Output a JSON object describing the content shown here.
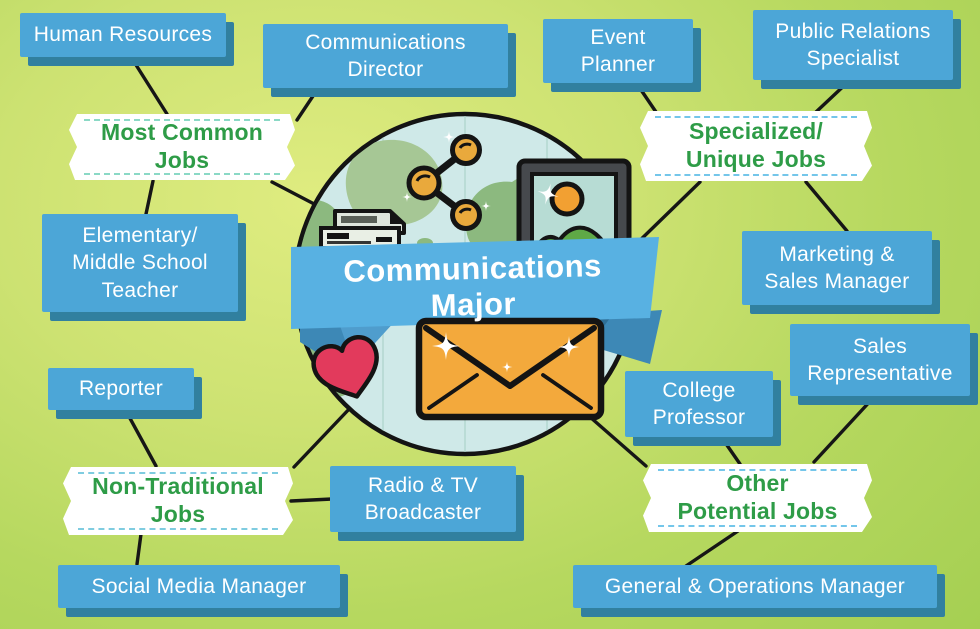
{
  "center": {
    "title": "Communications\nMajor",
    "icons": [
      "globe-map-icon",
      "share-network-icon",
      "newspaper-icon",
      "photo-frame-icon",
      "heart-icon",
      "envelope-icon",
      "sparkle-icon",
      "ribbon-banner-icon"
    ]
  },
  "categories": [
    {
      "label": "Most Common\nJobs",
      "jobs": [
        {
          "label": "Human Resources"
        },
        {
          "label": "Communications\nDirector"
        },
        {
          "label": "Elementary/\nMiddle School\nTeacher"
        }
      ]
    },
    {
      "label": "Specialized/\nUnique Jobs",
      "jobs": [
        {
          "label": "Event\nPlanner"
        },
        {
          "label": "Public Relations\nSpecialist"
        },
        {
          "label": "Marketing &\nSales Manager"
        }
      ]
    },
    {
      "label": "Non-Traditional\nJobs",
      "jobs": [
        {
          "label": "Reporter"
        },
        {
          "label": "Radio & TV\nBroadcaster"
        },
        {
          "label": "Social Media Manager"
        }
      ]
    },
    {
      "label": "Other\nPotential Jobs",
      "jobs": [
        {
          "label": "College\nProfessor"
        },
        {
          "label": "Sales\nRepresentative"
        },
        {
          "label": "General & Operations Manager"
        }
      ]
    }
  ],
  "colors": {
    "background_light": "#dfec80",
    "background_dark": "#a5cf52",
    "job_box_blue": "#4ca6d7",
    "job_box_shadow": "#31809f",
    "banner_text_green": "#2e9c47",
    "banner_dash_mint": "#8bd9c6",
    "banner_dash_blue": "#74c6ea",
    "ribbon_blue": "#58b1e2",
    "ribbon_fold_blue": "#3d88b6",
    "envelope_orange": "#f3a93c",
    "heart_red": "#e23a5c",
    "share_node_orange": "#e9a93c",
    "globe_water": "#cfe9e8",
    "globe_land_green": "#8cb97f",
    "globe_land_light": "#a6c795",
    "outline_black": "#141414",
    "connector_black": "#161616",
    "text_white": "#ffffff"
  }
}
